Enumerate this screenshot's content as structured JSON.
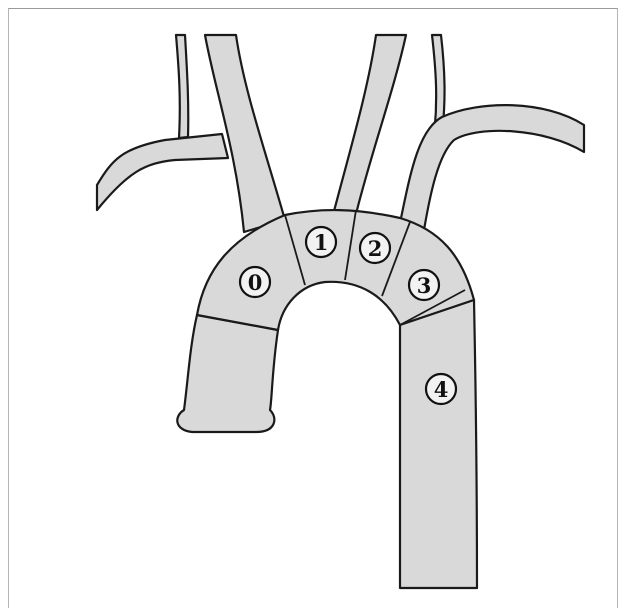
{
  "zones": [
    {
      "label": "0"
    },
    {
      "label": "1"
    },
    {
      "label": "2"
    },
    {
      "label": "3"
    },
    {
      "label": "4"
    }
  ],
  "colors": {
    "vessel_fill": "#d9d9d9",
    "outline": "#1a1a1a",
    "background": "#ffffff"
  }
}
